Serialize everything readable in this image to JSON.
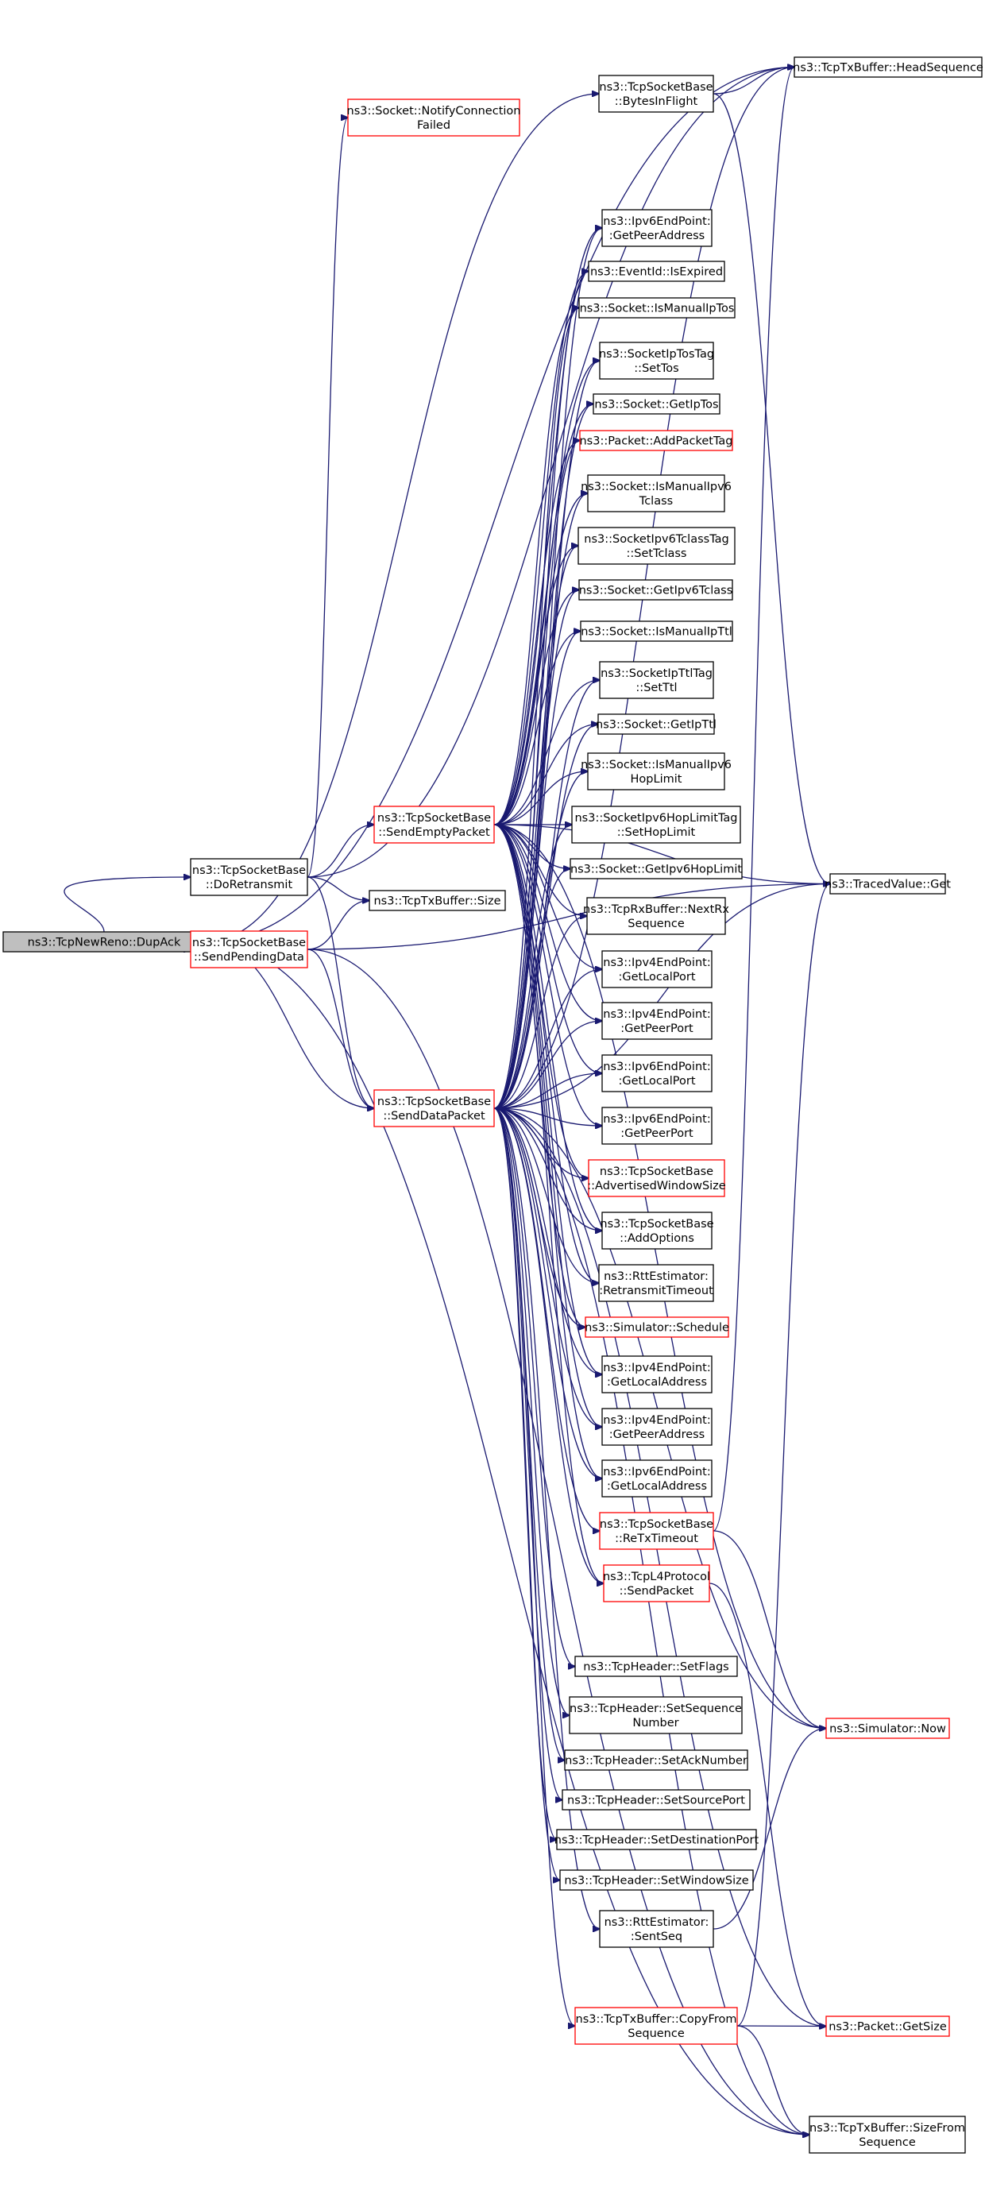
{
  "colors": {
    "edge": "#191970",
    "border_default": "#000000",
    "border_highlight": "#ff0000",
    "fill_root": "#bfbfbf",
    "fill_default": "#ffffff"
  },
  "nodes": [
    {
      "id": "dupack",
      "lines": [
        "ns3::TcpNewReno::DupAck"
      ],
      "style": "root"
    },
    {
      "id": "doretransmit",
      "lines": [
        "ns3::TcpSocketBase",
        "::DoRetransmit"
      ],
      "style": "normal"
    },
    {
      "id": "sendpending",
      "lines": [
        "ns3::TcpSocketBase",
        "::SendPendingData"
      ],
      "style": "red"
    },
    {
      "id": "sendempty",
      "lines": [
        "ns3::TcpSocketBase",
        "::SendEmptyPacket"
      ],
      "style": "red"
    },
    {
      "id": "senddata",
      "lines": [
        "ns3::TcpSocketBase",
        "::SendDataPacket"
      ],
      "style": "red"
    },
    {
      "id": "notifyconn",
      "lines": [
        "ns3::Socket::NotifyConnection",
        "Failed"
      ],
      "style": "red"
    },
    {
      "id": "bytesinflight",
      "lines": [
        "ns3::TcpSocketBase",
        "::BytesInFlight"
      ],
      "style": "normal"
    },
    {
      "id": "txsize",
      "lines": [
        "ns3::TcpTxBuffer::Size"
      ],
      "style": "normal"
    },
    {
      "id": "ipv6getpeeraddr",
      "lines": [
        "ns3::Ipv6EndPoint:",
        ":GetPeerAddress"
      ],
      "style": "normal"
    },
    {
      "id": "isexpired",
      "lines": [
        "ns3::EventId::IsExpired"
      ],
      "style": "normal"
    },
    {
      "id": "ismanualiptos",
      "lines": [
        "ns3::Socket::IsManualIpTos"
      ],
      "style": "normal"
    },
    {
      "id": "settos",
      "lines": [
        "ns3::SocketIpTosTag",
        "::SetTos"
      ],
      "style": "normal"
    },
    {
      "id": "getiptos",
      "lines": [
        "ns3::Socket::GetIpTos"
      ],
      "style": "normal"
    },
    {
      "id": "addpackettag",
      "lines": [
        "ns3::Packet::AddPacketTag"
      ],
      "style": "red"
    },
    {
      "id": "ismanualipv6tclass",
      "lines": [
        "ns3::Socket::IsManualIpv6",
        "Tclass"
      ],
      "style": "normal"
    },
    {
      "id": "settclass",
      "lines": [
        "ns3::SocketIpv6TclassTag",
        "::SetTclass"
      ],
      "style": "normal"
    },
    {
      "id": "getipv6tclass",
      "lines": [
        "ns3::Socket::GetIpv6Tclass"
      ],
      "style": "normal"
    },
    {
      "id": "ismanualipttl",
      "lines": [
        "ns3::Socket::IsManualIpTtl"
      ],
      "style": "normal"
    },
    {
      "id": "setttl",
      "lines": [
        "ns3::SocketIpTtlTag",
        "::SetTtl"
      ],
      "style": "normal"
    },
    {
      "id": "getipttl",
      "lines": [
        "ns3::Socket::GetIpTtl"
      ],
      "style": "normal"
    },
    {
      "id": "ismanualipv6hop",
      "lines": [
        "ns3::Socket::IsManualIpv6",
        "HopLimit"
      ],
      "style": "normal"
    },
    {
      "id": "sethoplimit",
      "lines": [
        "ns3::SocketIpv6HopLimitTag",
        "::SetHopLimit"
      ],
      "style": "normal"
    },
    {
      "id": "getipv6hoplimit",
      "lines": [
        "ns3::Socket::GetIpv6HopLimit"
      ],
      "style": "normal"
    },
    {
      "id": "nextrxseq",
      "lines": [
        "ns3::TcpRxBuffer::NextRx",
        "Sequence"
      ],
      "style": "normal"
    },
    {
      "id": "ipv4getlocalport",
      "lines": [
        "ns3::Ipv4EndPoint:",
        ":GetLocalPort"
      ],
      "style": "normal"
    },
    {
      "id": "ipv4getpeerport",
      "lines": [
        "ns3::Ipv4EndPoint:",
        ":GetPeerPort"
      ],
      "style": "normal"
    },
    {
      "id": "ipv6getlocalport",
      "lines": [
        "ns3::Ipv6EndPoint:",
        ":GetLocalPort"
      ],
      "style": "normal"
    },
    {
      "id": "ipv6getpeerport",
      "lines": [
        "ns3::Ipv6EndPoint:",
        ":GetPeerPort"
      ],
      "style": "normal"
    },
    {
      "id": "advwindow",
      "lines": [
        "ns3::TcpSocketBase",
        "::AdvertisedWindowSize"
      ],
      "style": "red"
    },
    {
      "id": "addoptions",
      "lines": [
        "ns3::TcpSocketBase",
        "::AddOptions"
      ],
      "style": "normal"
    },
    {
      "id": "rttretransmit",
      "lines": [
        "ns3::RttEstimator:",
        ":RetransmitTimeout"
      ],
      "style": "normal"
    },
    {
      "id": "schedule",
      "lines": [
        "ns3::Simulator::Schedule"
      ],
      "style": "red"
    },
    {
      "id": "ipv4getlocaladdr",
      "lines": [
        "ns3::Ipv4EndPoint:",
        ":GetLocalAddress"
      ],
      "style": "normal"
    },
    {
      "id": "ipv4getpeeraddr",
      "lines": [
        "ns3::Ipv4EndPoint:",
        ":GetPeerAddress"
      ],
      "style": "normal"
    },
    {
      "id": "ipv6getlocaladdr",
      "lines": [
        "ns3::Ipv6EndPoint:",
        ":GetLocalAddress"
      ],
      "style": "normal"
    },
    {
      "id": "retxtimeout",
      "lines": [
        "ns3::TcpSocketBase",
        "::ReTxTimeout"
      ],
      "style": "red"
    },
    {
      "id": "l4sendpacket",
      "lines": [
        "ns3::TcpL4Protocol",
        "::SendPacket"
      ],
      "style": "red"
    },
    {
      "id": "setflags",
      "lines": [
        "ns3::TcpHeader::SetFlags"
      ],
      "style": "normal"
    },
    {
      "id": "setseqnum",
      "lines": [
        "ns3::TcpHeader::SetSequence",
        "Number"
      ],
      "style": "normal"
    },
    {
      "id": "setacknum",
      "lines": [
        "ns3::TcpHeader::SetAckNumber"
      ],
      "style": "normal"
    },
    {
      "id": "setsrcport",
      "lines": [
        "ns3::TcpHeader::SetSourcePort"
      ],
      "style": "normal"
    },
    {
      "id": "setdstport",
      "lines": [
        "ns3::TcpHeader::SetDestinationPort"
      ],
      "style": "normal"
    },
    {
      "id": "setwinsize",
      "lines": [
        "ns3::TcpHeader::SetWindowSize"
      ],
      "style": "normal"
    },
    {
      "id": "sentseq",
      "lines": [
        "ns3::RttEstimator:",
        ":SentSeq"
      ],
      "style": "normal"
    },
    {
      "id": "copyfromseq",
      "lines": [
        "ns3::TcpTxBuffer::CopyFrom",
        "Sequence"
      ],
      "style": "red"
    },
    {
      "id": "headseq",
      "lines": [
        "ns3::TcpTxBuffer::HeadSequence"
      ],
      "style": "normal"
    },
    {
      "id": "tracedget",
      "lines": [
        "ns3::TracedValue::Get"
      ],
      "style": "normal"
    },
    {
      "id": "simnow",
      "lines": [
        "ns3::Simulator::Now"
      ],
      "style": "red"
    },
    {
      "id": "packetgetsize",
      "lines": [
        "ns3::Packet::GetSize"
      ],
      "style": "red"
    },
    {
      "id": "sizefromseq",
      "lines": [
        "ns3::TcpTxBuffer::SizeFrom",
        "Sequence"
      ],
      "style": "normal"
    }
  ],
  "edges": [
    [
      "dupack",
      "doretransmit"
    ],
    [
      "dupack",
      "sendpending"
    ],
    [
      "dupack",
      "senddata"
    ],
    [
      "dupack",
      "bytesinflight"
    ],
    [
      "dupack",
      "headseq"
    ],
    [
      "dupack",
      "sizefromseq"
    ],
    [
      "doretransmit",
      "sendempty"
    ],
    [
      "doretransmit",
      "senddata"
    ],
    [
      "doretransmit",
      "txsize"
    ],
    [
      "doretransmit",
      "notifyconn"
    ],
    [
      "doretransmit",
      "headseq"
    ],
    [
      "sendpending",
      "senddata"
    ],
    [
      "sendpending",
      "txsize"
    ],
    [
      "sendpending",
      "tracedget"
    ],
    [
      "sendpending",
      "sizefromseq"
    ],
    [
      "bytesinflight",
      "headseq"
    ],
    [
      "bytesinflight",
      "tracedget"
    ],
    [
      "sendempty",
      "ipv6getpeeraddr"
    ],
    [
      "sendempty",
      "isexpired"
    ],
    [
      "sendempty",
      "ismanualiptos"
    ],
    [
      "sendempty",
      "settos"
    ],
    [
      "sendempty",
      "getiptos"
    ],
    [
      "sendempty",
      "addpackettag"
    ],
    [
      "sendempty",
      "ismanualipv6tclass"
    ],
    [
      "sendempty",
      "settclass"
    ],
    [
      "sendempty",
      "getipv6tclass"
    ],
    [
      "sendempty",
      "ismanualipttl"
    ],
    [
      "sendempty",
      "setttl"
    ],
    [
      "sendempty",
      "getipttl"
    ],
    [
      "sendempty",
      "ismanualipv6hop"
    ],
    [
      "sendempty",
      "sethoplimit"
    ],
    [
      "sendempty",
      "getipv6hoplimit"
    ],
    [
      "sendempty",
      "nextrxseq"
    ],
    [
      "sendempty",
      "ipv4getlocalport"
    ],
    [
      "sendempty",
      "ipv4getpeerport"
    ],
    [
      "sendempty",
      "ipv6getlocalport"
    ],
    [
      "sendempty",
      "ipv6getpeerport"
    ],
    [
      "sendempty",
      "advwindow"
    ],
    [
      "sendempty",
      "addoptions"
    ],
    [
      "sendempty",
      "rttretransmit"
    ],
    [
      "sendempty",
      "schedule"
    ],
    [
      "sendempty",
      "ipv4getlocaladdr"
    ],
    [
      "sendempty",
      "ipv4getpeeraddr"
    ],
    [
      "sendempty",
      "ipv6getlocaladdr"
    ],
    [
      "sendempty",
      "l4sendpacket"
    ],
    [
      "sendempty",
      "simnow"
    ],
    [
      "sendempty",
      "tracedget"
    ],
    [
      "senddata",
      "ipv6getpeeraddr"
    ],
    [
      "senddata",
      "isexpired"
    ],
    [
      "senddata",
      "ismanualiptos"
    ],
    [
      "senddata",
      "settos"
    ],
    [
      "senddata",
      "getiptos"
    ],
    [
      "senddata",
      "addpackettag"
    ],
    [
      "senddata",
      "ismanualipv6tclass"
    ],
    [
      "senddata",
      "settclass"
    ],
    [
      "senddata",
      "getipv6tclass"
    ],
    [
      "senddata",
      "ismanualipttl"
    ],
    [
      "senddata",
      "setttl"
    ],
    [
      "senddata",
      "getipttl"
    ],
    [
      "senddata",
      "ismanualipv6hop"
    ],
    [
      "senddata",
      "sethoplimit"
    ],
    [
      "senddata",
      "getipv6hoplimit"
    ],
    [
      "senddata",
      "nextrxseq"
    ],
    [
      "senddata",
      "ipv4getlocalport"
    ],
    [
      "senddata",
      "ipv4getpeerport"
    ],
    [
      "senddata",
      "ipv6getlocalport"
    ],
    [
      "senddata",
      "ipv6getpeerport"
    ],
    [
      "senddata",
      "advwindow"
    ],
    [
      "senddata",
      "addoptions"
    ],
    [
      "senddata",
      "rttretransmit"
    ],
    [
      "senddata",
      "schedule"
    ],
    [
      "senddata",
      "ipv4getlocaladdr"
    ],
    [
      "senddata",
      "ipv4getpeeraddr"
    ],
    [
      "senddata",
      "ipv6getlocaladdr"
    ],
    [
      "senddata",
      "retxtimeout"
    ],
    [
      "senddata",
      "l4sendpacket"
    ],
    [
      "senddata",
      "setflags"
    ],
    [
      "senddata",
      "setseqnum"
    ],
    [
      "senddata",
      "setacknum"
    ],
    [
      "senddata",
      "setsrcport"
    ],
    [
      "senddata",
      "setdstport"
    ],
    [
      "senddata",
      "setwinsize"
    ],
    [
      "senddata",
      "sentseq"
    ],
    [
      "senddata",
      "copyfromseq"
    ],
    [
      "senddata",
      "sizefromseq"
    ],
    [
      "senddata",
      "packetgetsize"
    ],
    [
      "senddata",
      "tracedget"
    ],
    [
      "senddata",
      "headseq"
    ],
    [
      "senddata",
      "simnow"
    ],
    [
      "retxtimeout",
      "headseq"
    ],
    [
      "retxtimeout",
      "simnow"
    ],
    [
      "l4sendpacket",
      "packetgetsize"
    ],
    [
      "sentseq",
      "simnow"
    ],
    [
      "copyfromseq",
      "packetgetsize"
    ],
    [
      "copyfromseq",
      "sizefromseq"
    ],
    [
      "copyfromseq",
      "tracedget"
    ]
  ]
}
